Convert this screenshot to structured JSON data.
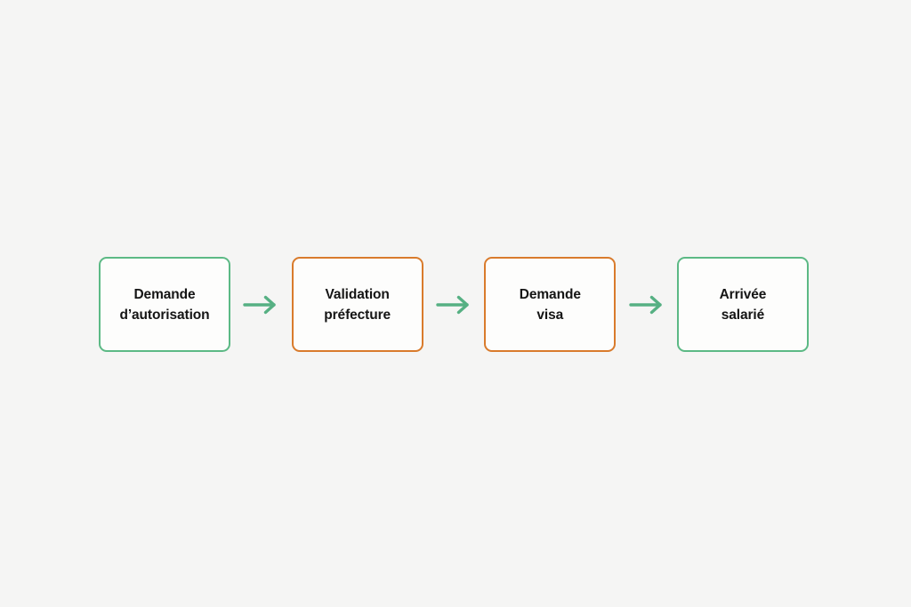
{
  "diagram": {
    "type": "horizontal-process-flow",
    "background_color": "#f5f5f4",
    "node_fill_color": "#fdfdfc",
    "text_color": "#151515",
    "accent_colors": {
      "green": "#5cb985",
      "orange": "#d97b2c",
      "arrow_green": "#56b083"
    },
    "nodes": [
      {
        "id": "node-demande-autorisation",
        "label": "Demande\nd’autorisation",
        "line1": "Demande",
        "line2": "d’autorisation",
        "accent": "green",
        "border_color": "#5cb985"
      },
      {
        "id": "node-validation-prefecture",
        "label": "Validation\npréfecture",
        "line1": "Validation",
        "line2": "préfecture",
        "accent": "orange",
        "border_color": "#d97b2c"
      },
      {
        "id": "node-demande-visa",
        "label": "Demande\nvisa",
        "line1": "Demande",
        "line2": "visa",
        "accent": "orange",
        "border_color": "#d97b2c"
      },
      {
        "id": "node-arrivee-salarie",
        "label": "Arrivée\nsalarié",
        "line1": "Arrivée",
        "line2": "salarié",
        "accent": "green",
        "border_color": "#5cb985"
      }
    ],
    "connectors": [
      {
        "id": "arrow-1",
        "from": "node-demande-autorisation",
        "to": "node-validation-prefecture",
        "icon": "arrow-right-icon",
        "color": "#56b083"
      },
      {
        "id": "arrow-2",
        "from": "node-validation-prefecture",
        "to": "node-demande-visa",
        "icon": "arrow-right-icon",
        "color": "#56b083"
      },
      {
        "id": "arrow-3",
        "from": "node-demande-visa",
        "to": "node-arrivee-salarie",
        "icon": "arrow-right-icon",
        "color": "#56b083"
      }
    ]
  }
}
